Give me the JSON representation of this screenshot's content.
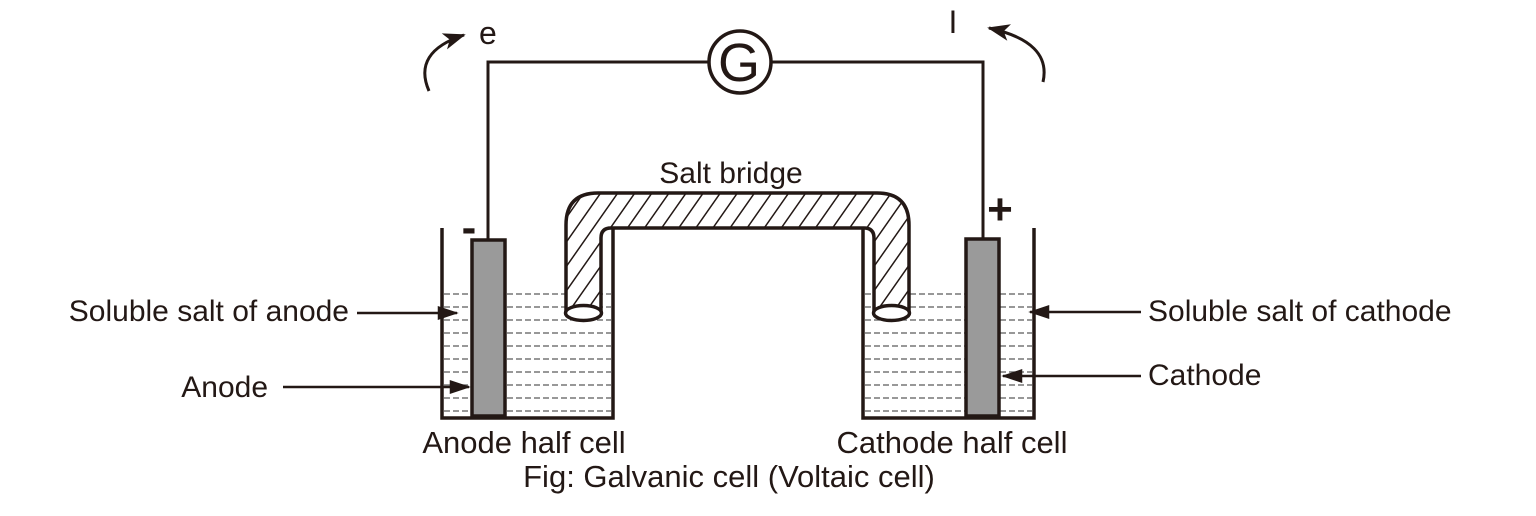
{
  "figure": {
    "caption": "Fig: Galvanic cell (Voltaic cell)"
  },
  "circuit": {
    "electron_label": "e",
    "current_label": "I",
    "galvanometer_label": "G"
  },
  "salt_bridge": {
    "label": "Salt bridge"
  },
  "anode_cell": {
    "sign": "-",
    "electrode_label": "Anode",
    "solution_label": "Soluble salt of anode",
    "cell_label": "Anode half cell"
  },
  "cathode_cell": {
    "sign": "+",
    "electrode_label": "Cathode",
    "solution_label": "Soluble salt of cathode",
    "cell_label": "Cathode half cell"
  },
  "colors": {
    "line": "#231815",
    "electrode_fill": "#9a9a9a",
    "liquid_dash": "#5a5a5a",
    "background": "#ffffff"
  }
}
